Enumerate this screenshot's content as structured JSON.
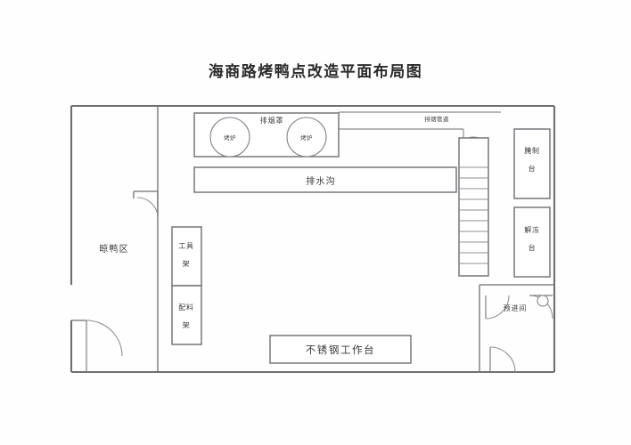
{
  "document": {
    "title": "海商路烤鸭点改造平面布局图",
    "type": "floor-plan"
  },
  "areas": {
    "drying_area": "晾鸭区",
    "pre_entry_room": "预进间"
  },
  "fixtures": {
    "exhaust_hood": "排烟罩",
    "oven_left": "烤炉",
    "oven_right": "烤炉",
    "exhaust_duct": "排烟管道",
    "drainage_ditch": "排水沟",
    "tool_rack": "工具架",
    "ingredient_rack": "配料架",
    "stainless_worktable": "不锈钢工作台",
    "marinating_table": "腌制台",
    "thawing_table": "解冻台"
  },
  "colors": {
    "wall": "#6d6f72",
    "fixture_stroke": "#74777a",
    "label": "#3a3a3a",
    "background": "#ffffff"
  }
}
